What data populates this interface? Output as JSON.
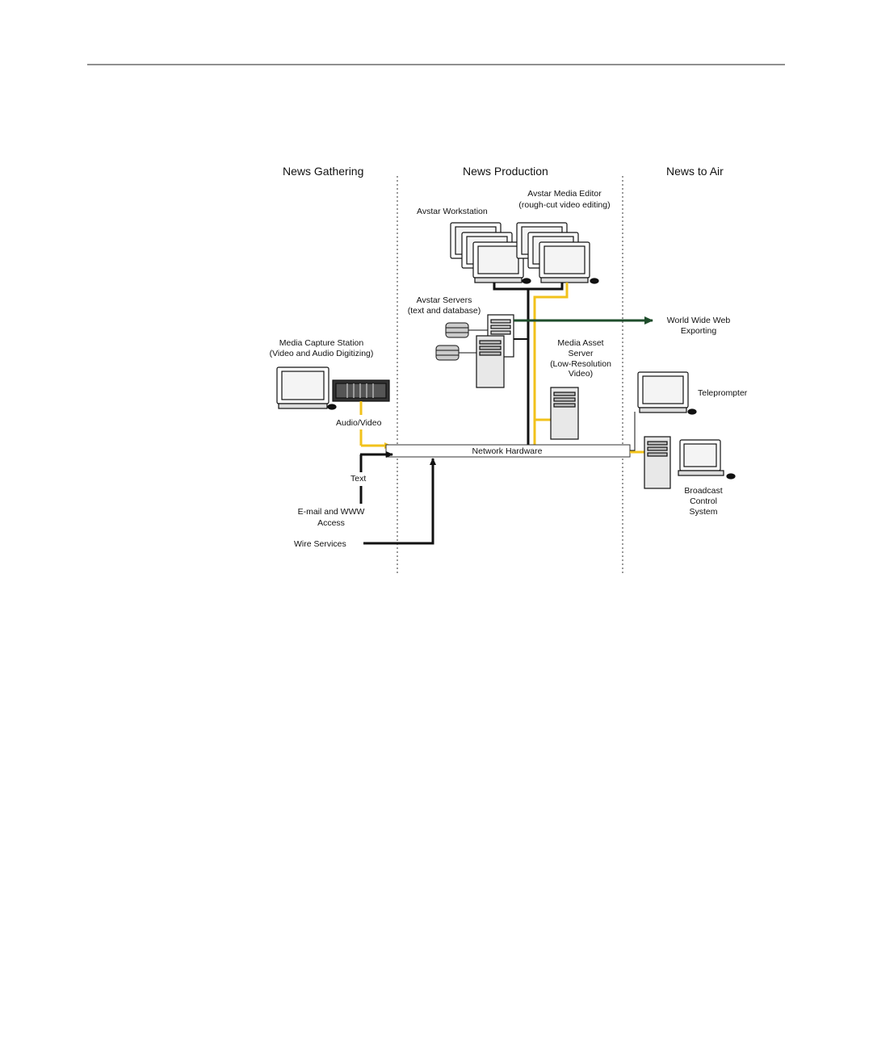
{
  "columns": {
    "news_gathering": "News Gathering",
    "news_production": "News Production",
    "news_to_air": "News to Air"
  },
  "labels": {
    "avstar_workstation": "Avstar Workstation",
    "avstar_media_editor": [
      "Avstar Media Editor",
      "(rough-cut video editing)"
    ],
    "avstar_servers": [
      "Avstar Servers",
      "(text and database)"
    ],
    "world_wide_web": [
      "World Wide Web",
      "Exporting"
    ],
    "media_asset_server": [
      "Media Asset",
      "Server",
      "(Low-Resolution",
      "Video)"
    ],
    "media_capture_station": [
      "Media Capture Station",
      "(Video and Audio Digitizing)"
    ],
    "teleprompter": "Teleprompter",
    "audio_video": "Audio/Video",
    "network_hardware": "Network Hardware",
    "text": "Text",
    "email_www": [
      "E-mail and WWW",
      "Access"
    ],
    "wire_services": "Wire Services",
    "broadcast_control": [
      "Broadcast",
      "Control",
      "System"
    ]
  },
  "colors": {
    "video_line": "#f2c21b",
    "network_line": "#111111",
    "web_line": "#1e4d2b"
  }
}
